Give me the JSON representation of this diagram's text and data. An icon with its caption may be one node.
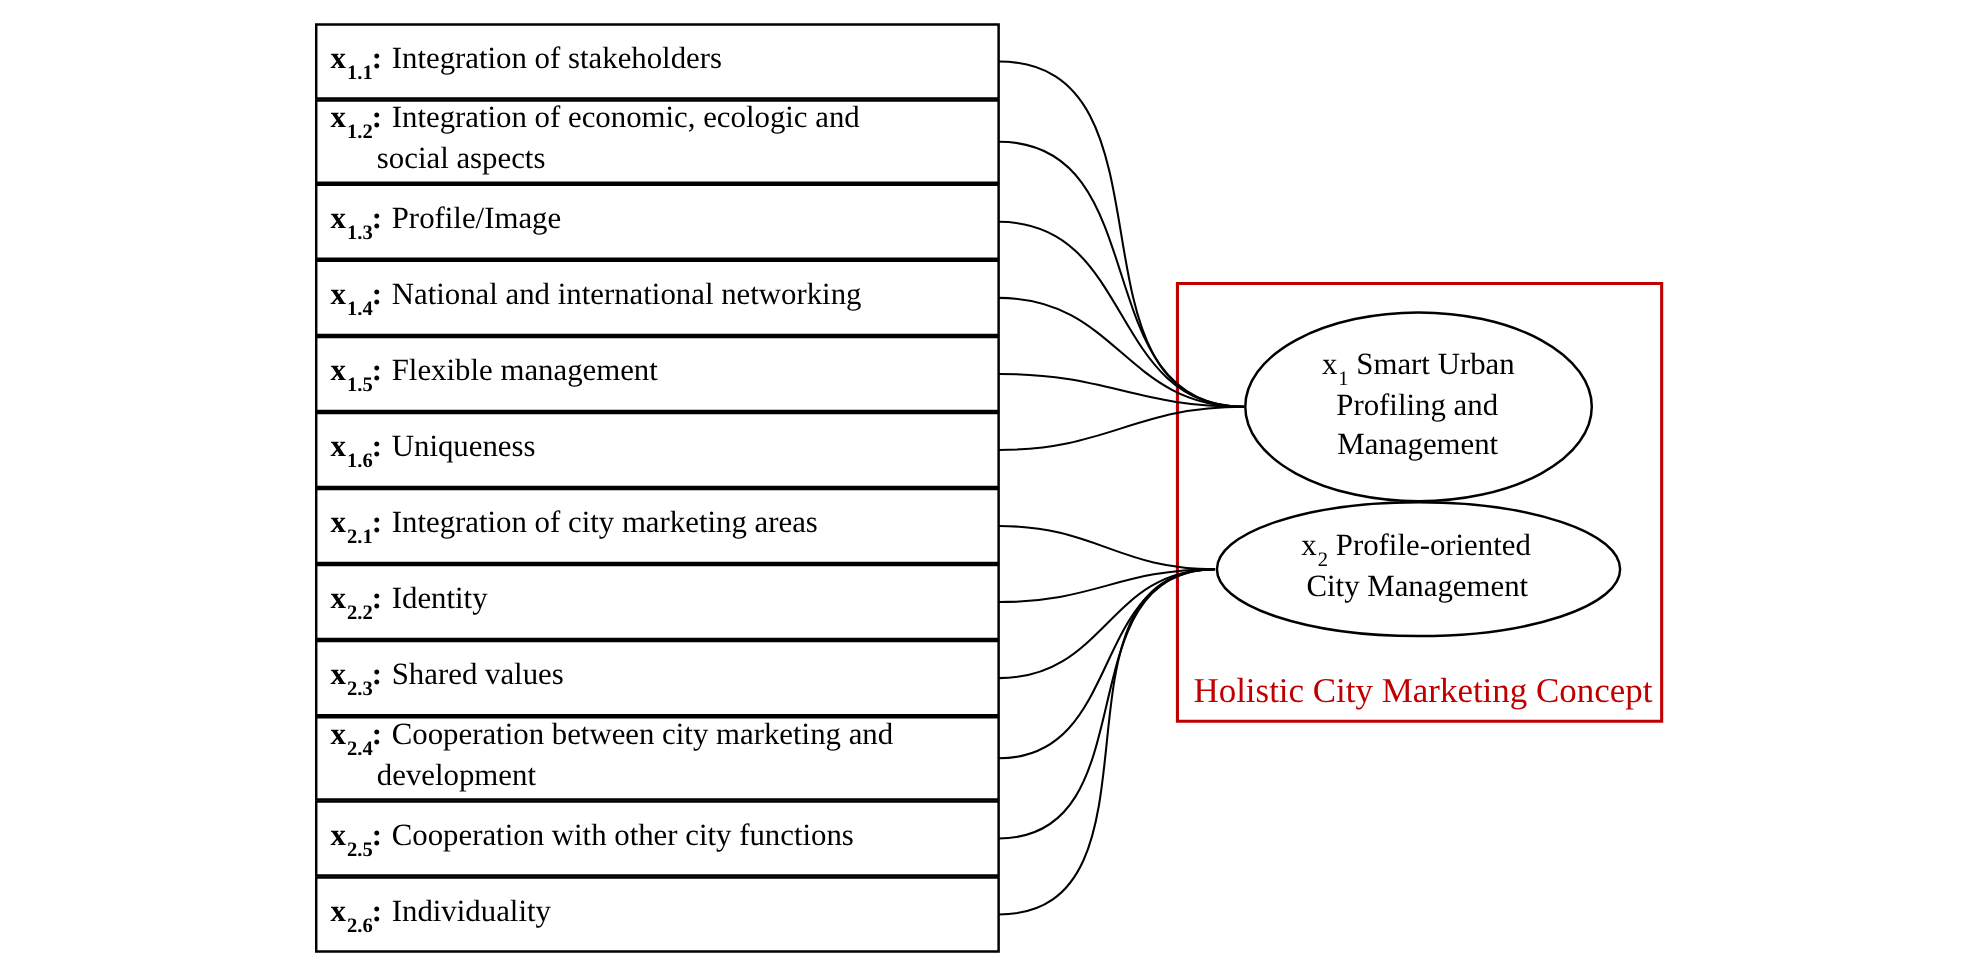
{
  "diagram": {
    "nodes": [
      {
        "text": [
          "**x$_{1.1}$:** Integration of stakeholders"
        ]
      },
      {
        "text": [
          "**x$_{1.2}$:** Integration of economic, ecologic and social aspects"
        ]
      },
      {
        "text": [
          "**x$_{1.3}$:** Profile/Image"
        ]
      },
      {
        "text": [
          "**x$_{1.4}$:** National and international networking"
        ]
      },
      {
        "text": [
          "**x$_{1.5}$:** Flexible management"
        ]
      },
      {
        "text": [
          "**x$_{1.6}$:** Uniqueness"
        ]
      },
      {
        "text": [
          "**x$_{2.1}$:** Integration of city marketing areas"
        ]
      },
      {
        "text": [
          "**x$_{2.2}$:** Identity"
        ]
      },
      {
        "text": [
          "**x$_{2.3}$:** Shared values"
        ]
      },
      {
        "text": [
          "**x$_{2.4}$:** Cooperation between city marketing and development"
        ]
      },
      {
        "text": [
          "**x$_{2.5}$:** Cooperation with other city functions"
        ]
      },
      {
        "text": [
          "**x$_{2.6}$:** Individuality"
        ]
      },
      {
        "text": [
          "Holistic City Marketing Concept"
        ]
      },
      {
        "text": [
          "x$_{1}$ Smart Urban Profiling and Management"
        ],
        "in": 12
      },
      {
        "text": [
          "x$_{2}$ Profile-oriented City Management"
        ],
        "in": 12
      }
    ],
    "edges": [
      {
        "from": 0,
        "to": 13,
        "arrow": "none"
      },
      {
        "from": 1,
        "to": 13,
        "arrow": "none"
      },
      {
        "from": 2,
        "to": 13,
        "arrow": "none"
      },
      {
        "from": 3,
        "to": 13,
        "arrow": "none"
      },
      {
        "from": 4,
        "to": 13,
        "arrow": "none"
      },
      {
        "from": 5,
        "to": 13,
        "arrow": "none"
      },
      {
        "from": 6,
        "to": 14,
        "arrow": "none"
      },
      {
        "from": 7,
        "to": 14,
        "arrow": "none"
      },
      {
        "from": 8,
        "to": 14,
        "arrow": "none"
      },
      {
        "from": 9,
        "to": 14,
        "arrow": "none"
      },
      {
        "from": 10,
        "to": 14,
        "arrow": "none"
      },
      {
        "from": 11,
        "to": 14,
        "arrow": "none"
      }
    ]
  }
}
